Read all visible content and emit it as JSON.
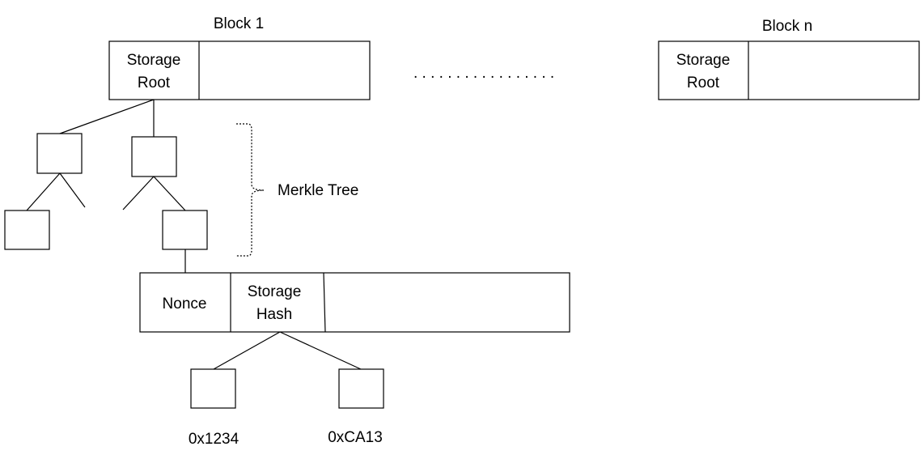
{
  "block_first": {
    "title": "Block 1",
    "storage_root_line1": "Storage",
    "storage_root_line2": "Root"
  },
  "block_last": {
    "title": "Block n",
    "storage_root_line1": "Storage",
    "storage_root_line2": "Root"
  },
  "ellipsis": ". . . . . . . . . . . . . . . . .",
  "merkle_label": "Merkle Tree",
  "account": {
    "nonce": "Nonce",
    "storage_hash_line1": "Storage",
    "storage_hash_line2": "Hash"
  },
  "storage_leaves": [
    "0x1234",
    "0xCA13"
  ]
}
